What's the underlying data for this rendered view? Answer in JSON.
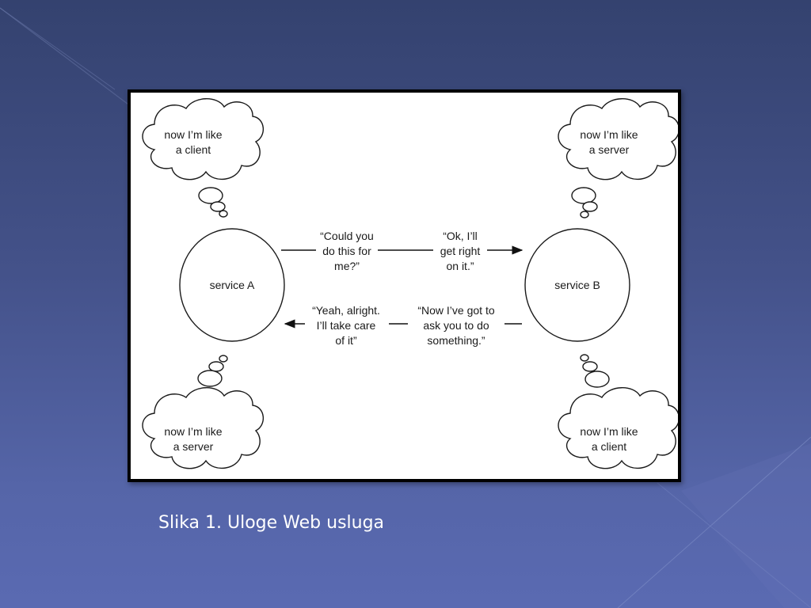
{
  "slide": {
    "caption": "Slika 1. Uloge Web usluga"
  },
  "diagram": {
    "service_a": "service A",
    "service_b": "service B",
    "thoughts": {
      "top_left": [
        "now I’m like",
        "a client"
      ],
      "top_right": [
        "now I’m like",
        "a server"
      ],
      "bottom_left": [
        "now I’m like",
        "a server"
      ],
      "bottom_right": [
        "now I’m like",
        "a client"
      ]
    },
    "messages": {
      "request": [
        "“Could you",
        "do this for",
        "me?”"
      ],
      "reply": [
        "“Ok, I’ll",
        "get right",
        "on it.”"
      ],
      "counter_request": [
        "“Now I’ve got to",
        "ask you to do",
        "something.”"
      ],
      "counter_reply": [
        "“Yeah, alright.",
        "I’ll take care",
        "of it”"
      ]
    }
  }
}
